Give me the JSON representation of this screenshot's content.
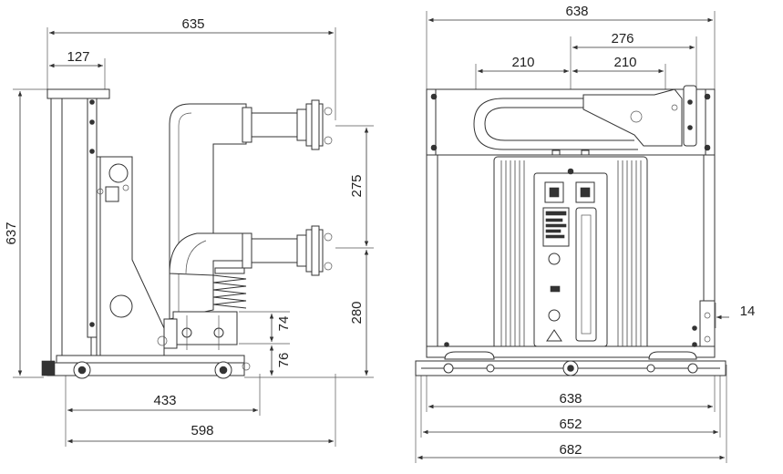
{
  "side_view": {
    "dimensions": {
      "overall_width": "635",
      "top_offset": "127",
      "overall_height": "637",
      "terminal_spacing": "275",
      "lower_terminal_height": "280",
      "bracket_height": "74",
      "base_height": "76",
      "wheel_span": "433",
      "base_length": "598"
    }
  },
  "front_view": {
    "dimensions": {
      "overall_width": "638",
      "handle_span": "276",
      "left_half": "210",
      "right_half": "210",
      "side_offset": "14",
      "frame_width": "638",
      "rail_width": "652",
      "base_width": "682"
    }
  },
  "colors": {
    "line": "#333333",
    "background": "#ffffff"
  }
}
